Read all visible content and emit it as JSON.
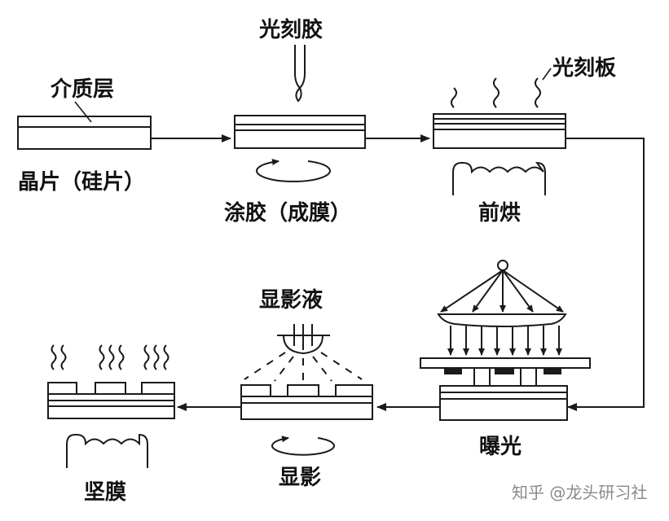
{
  "labels": {
    "dielectric_layer": "介质层",
    "wafer": "晶片（硅片）",
    "photoresist": "光刻胶",
    "coating": "涂胶（成膜）",
    "photomask": "光刻板",
    "prebake": "前烘",
    "exposure": "曝光",
    "developer": "显影液",
    "develop": "显影",
    "hardbake": "坚膜"
  },
  "watermark": {
    "text": "知乎 @龙头研习社"
  }
}
